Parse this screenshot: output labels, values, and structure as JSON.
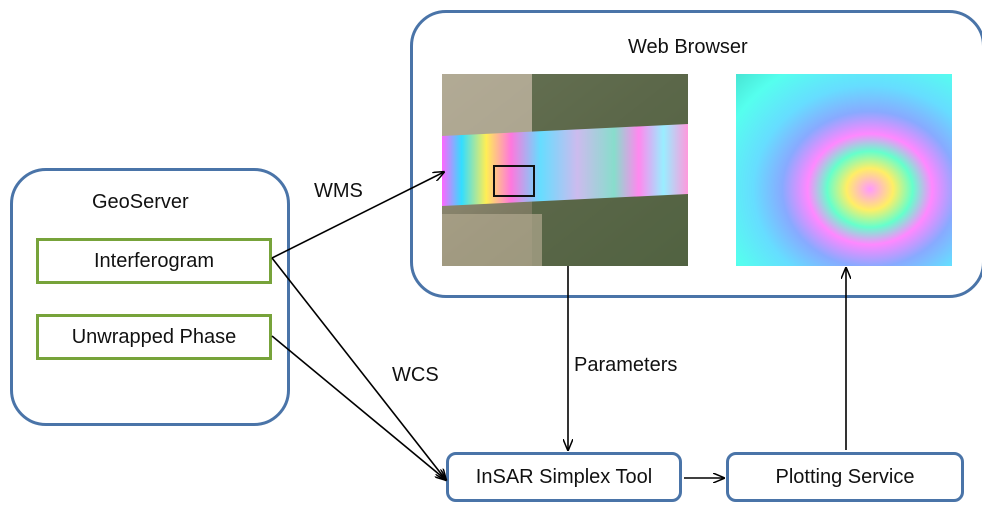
{
  "web_browser": {
    "title": "Web Browser"
  },
  "geoserver": {
    "title": "GeoServer",
    "layers": [
      "Interferogram",
      "Unwrapped Phase"
    ]
  },
  "tools": {
    "simplex": "InSAR Simplex Tool",
    "plotting": "Plotting Service"
  },
  "edge_labels": {
    "wms": "WMS",
    "wcs": "WCS",
    "parameters": "Parameters"
  },
  "colors": {
    "border_blue": "#4a74a8",
    "layer_green": "#77a33a",
    "arrow": "#000000"
  }
}
